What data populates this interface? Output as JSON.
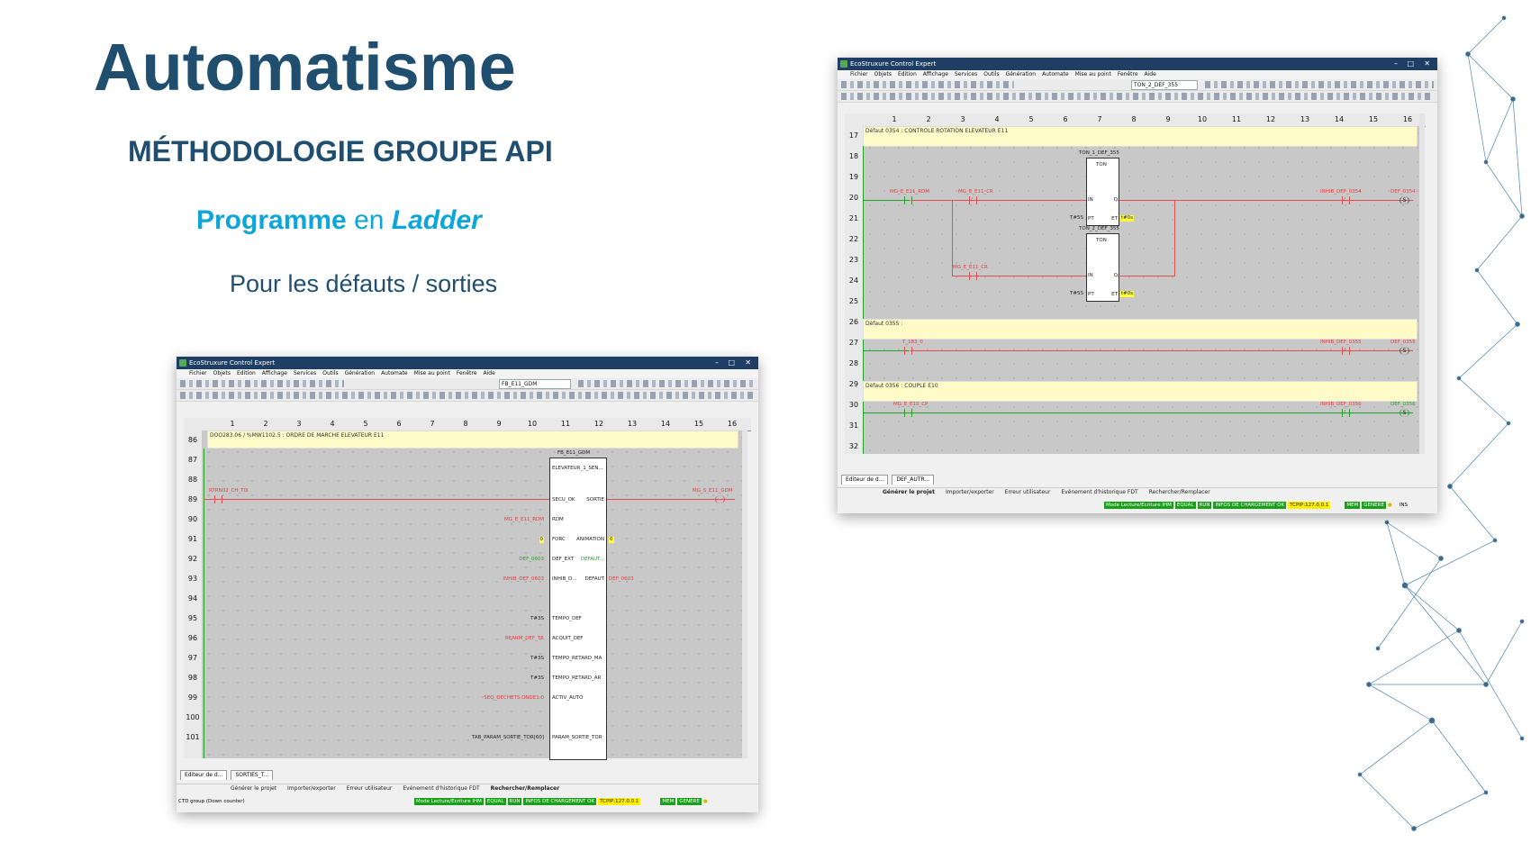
{
  "slide": {
    "title": "Automatisme",
    "subtitle": "MÉTHODOLOGIE GROUPE API",
    "program_label": {
      "part1": "Programme",
      "part2": " en ",
      "part3": "Ladder"
    },
    "description": "Pour les défauts / sorties"
  },
  "colors": {
    "title": "#1f4e6e",
    "accent": "#0ea5d8",
    "titlebar": "#1e3f63",
    "status_green": "#19a019",
    "status_yellow": "#ffee00",
    "wire_red": "#e05050",
    "wire_green": "#25a125"
  },
  "window_left": {
    "title": "EcoStruxure Control Expert",
    "menu": [
      "Fichier",
      "Objets",
      "Edition",
      "Affichage",
      "Services",
      "Outils",
      "Génération",
      "Automate",
      "Mise au point",
      "Fenêtre",
      "Aide"
    ],
    "combo": "FB_E11_GDM",
    "columns": [
      "1",
      "2",
      "3",
      "4",
      "5",
      "6",
      "7",
      "8",
      "9",
      "10",
      "11",
      "12",
      "13",
      "14",
      "15",
      "16"
    ],
    "rows": [
      "86",
      "87",
      "88",
      "89",
      "90",
      "91",
      "92",
      "93",
      "94",
      "95",
      "96",
      "97",
      "98",
      "99",
      "100",
      "101"
    ],
    "comment": "DOO283.06 / %MW1102.5 : ORDRE DE MARCHE ELEVATEUR E11",
    "fb_instance": "FB_E11_GDM",
    "fb_type": "ELEVATEUR_1_SEN...",
    "contact_label": "RTRN02_CH_T0I",
    "out_label": "MG_S_E11_GDM",
    "inputs": [
      {
        "var": "",
        "pin": "SECU_OK",
        "color": "red"
      },
      {
        "var": "MG_E_E11_RDM",
        "pin": "RDM",
        "color": "red"
      },
      {
        "var": "0",
        "pin": "FORC",
        "color": "yel"
      },
      {
        "var": "DEF_0603",
        "pin": "DEF_EXT",
        "color": "grn"
      },
      {
        "var": "INHIB_DEF_0603",
        "pin": "INHIB_D...",
        "color": "red"
      },
      {
        "var": "T#3S",
        "pin": "TEMPO_DEF",
        "color": "blk"
      },
      {
        "var": "REARM_DEF_TR",
        "pin": "ACQUIT_DEF",
        "color": "red"
      },
      {
        "var": "T#3S",
        "pin": "TEMPO_RETARD_MA",
        "color": "blk"
      },
      {
        "var": "T#3S",
        "pin": "TEMPO_RETARD_AR",
        "color": "blk"
      },
      {
        "var": "SEQ_DECHETS.ONDE1.0",
        "pin": "ACTIV_AUTO",
        "color": "red"
      },
      {
        "var": "TAB_PARAM_SORTIE_TOR[60]",
        "pin": "PARAM_SORTIE_TOR",
        "color": "blk"
      }
    ],
    "outputs": [
      {
        "pin": "SORTIE",
        "var": "",
        "color": "red"
      },
      {
        "pin": "ANIMATION",
        "var": "0",
        "color": "yel"
      },
      {
        "pin": "DEFAUT...",
        "var": "",
        "color": "grn"
      },
      {
        "pin": "DEFAUT",
        "var": "DEF_0603",
        "color": "red"
      }
    ],
    "tabs": [
      "Editeur de d...",
      "SORTIES_T..."
    ],
    "output_tabs": [
      "Générer le projet",
      "Importer/exporter",
      "Erreur utilisateur",
      "Evénement d'historique FDT",
      "Rechercher/Remplacer"
    ],
    "status_text": "CTD group (Down counter)",
    "status_items": [
      "Mode Lecture/Ecriture IHM",
      "EQUAL",
      "RUN",
      "INFOS DE CHARGEMENT OK",
      "TCPIP:127.0.0.1",
      "MEM",
      "GENERE"
    ]
  },
  "window_right": {
    "title": "EcoStruxure Control Expert",
    "menu": [
      "Fichier",
      "Objets",
      "Edition",
      "Affichage",
      "Services",
      "Outils",
      "Génération",
      "Automate",
      "Mise au point",
      "Fenêtre",
      "Aide"
    ],
    "combo": "TON_2_DEF_355",
    "columns": [
      "1",
      "2",
      "3",
      "4",
      "5",
      "6",
      "7",
      "8",
      "9",
      "10",
      "11",
      "12",
      "13",
      "14",
      "15",
      "16"
    ],
    "rows": [
      "17",
      "18",
      "19",
      "20",
      "21",
      "22",
      "23",
      "24",
      "25",
      "26",
      "27",
      "28",
      "29",
      "30",
      "31",
      "32"
    ],
    "comment1": "Défaut 0354 : CONTROLE ROTATION ELEVATEUR E11",
    "comment2": "Défaut 0355 :",
    "comment3": "Défaut 0356 : COUPLE E10",
    "ton1": {
      "instance": "TON_1_DEF_355",
      "type": "TON",
      "pt": "T#5S",
      "et": "t#0s"
    },
    "ton2": {
      "instance": "TON_2_DEF_355",
      "type": "TON",
      "pt": "T#5S",
      "et": "t#0s"
    },
    "pins": {
      "in": "IN",
      "q": "Q",
      "pt": "PT",
      "et": "ET"
    },
    "labels": {
      "c1": "MG_E_E11_RDM",
      "c2": "MG_E_E11_CR",
      "c3": "MG_E_E11_CR",
      "inhib354": "INHIB_DEF_0354",
      "def354": "DEF_0354",
      "c4": "T_183_0",
      "inhib355": "INHIB_DEF_0355",
      "def355": "DEF_0355",
      "c5": "MG_E_E10_CP",
      "inhib356": "INHIB_DEF_0356",
      "def356": "DEF_0356",
      "coil_s": "S",
      "neg": "/"
    },
    "tabs": [
      "Editeur de d...",
      "DEF_AUTR..."
    ],
    "output_tabs": [
      "Générer le projet",
      "Importer/exporter",
      "Erreur utilisateur",
      "Evénement d'historique FDT",
      "Rechercher/Remplacer"
    ],
    "status_items": [
      "Mode Lecture/Ecriture IHM",
      "EQUAL",
      "RUN",
      "INFOS DE CHARGEMENT OK",
      "TCPIP:127.0.0.1",
      "MEM",
      "GENERE",
      "INS"
    ]
  }
}
